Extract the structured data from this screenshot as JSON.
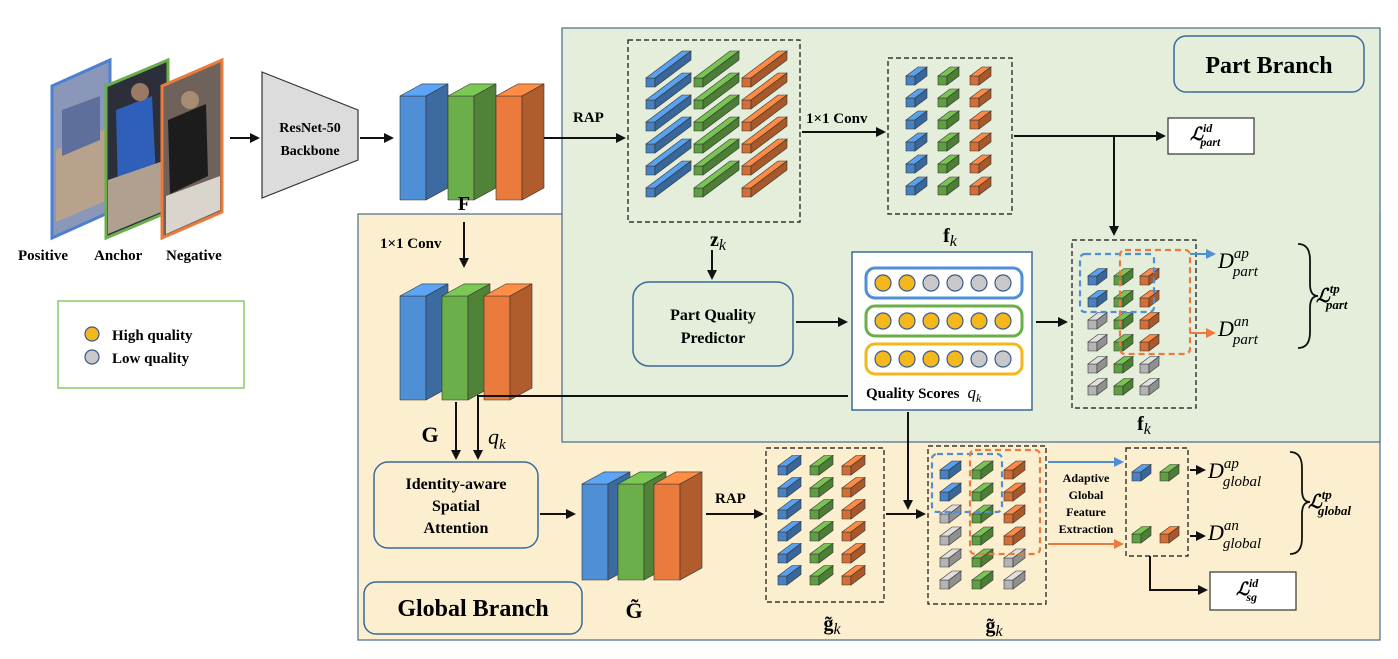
{
  "inputs": {
    "positive_label": "Positive",
    "anchor_label": "Anchor",
    "negative_label": "Negative"
  },
  "legend": {
    "high": "High quality",
    "low": "Low quality"
  },
  "backbone": {
    "line1": "ResNet-50",
    "line2": "Backbone"
  },
  "features": {
    "F": "F",
    "G": "G",
    "G_tilde": "G̃",
    "z_k": "z",
    "f_k": "f",
    "f_k2": "f",
    "g_k": "g̃",
    "g_k2": "g̃",
    "k_sub": "k"
  },
  "ops": {
    "rap1": "RAP",
    "rap2": "RAP",
    "conv1": "1×1 Conv",
    "conv2": "1×1 Conv"
  },
  "part_branch": {
    "title": "Part Branch",
    "pqp_line1": "Part Quality",
    "pqp_line2": "Predictor",
    "quality_label": "Quality  Scores",
    "q": "q",
    "q_sub": "k"
  },
  "global_branch": {
    "title": "Global Branch",
    "isa_line1": "Identity-aware",
    "isa_line2": "Spatial",
    "isa_line3": "Attention",
    "qk": "q",
    "qk_sub": "k",
    "agfe_line1": "Adaptive",
    "agfe_line2": "Global",
    "agfe_line3": "Feature",
    "agfe_line4": "Extraction"
  },
  "losses": {
    "L": "ℒ",
    "part_id_sup": "id",
    "part_id_sub": "part",
    "D": "D",
    "ap": "ap",
    "an": "an",
    "part": "part",
    "part_tp_sup": "tp",
    "part_tp_sub": "part",
    "global": "global",
    "global_tp_sup": "tp",
    "global_tp_sub": "global",
    "sg_id_sup": "id",
    "sg_id_sub": "sg"
  },
  "colors": {
    "blue": "#4f8fd6",
    "green": "#6aaf4a",
    "orange": "#ea7b3c",
    "gray": "#c8c8c8",
    "part_bg": "#e4eedb",
    "global_bg": "#fcefcf",
    "yellow": "#f5b81c"
  },
  "quality_rows": [
    [
      "high",
      "high",
      "low",
      "low",
      "low",
      "low"
    ],
    [
      "high",
      "high",
      "high",
      "high",
      "high",
      "high"
    ],
    [
      "high",
      "high",
      "high",
      "high",
      "low",
      "low"
    ]
  ]
}
